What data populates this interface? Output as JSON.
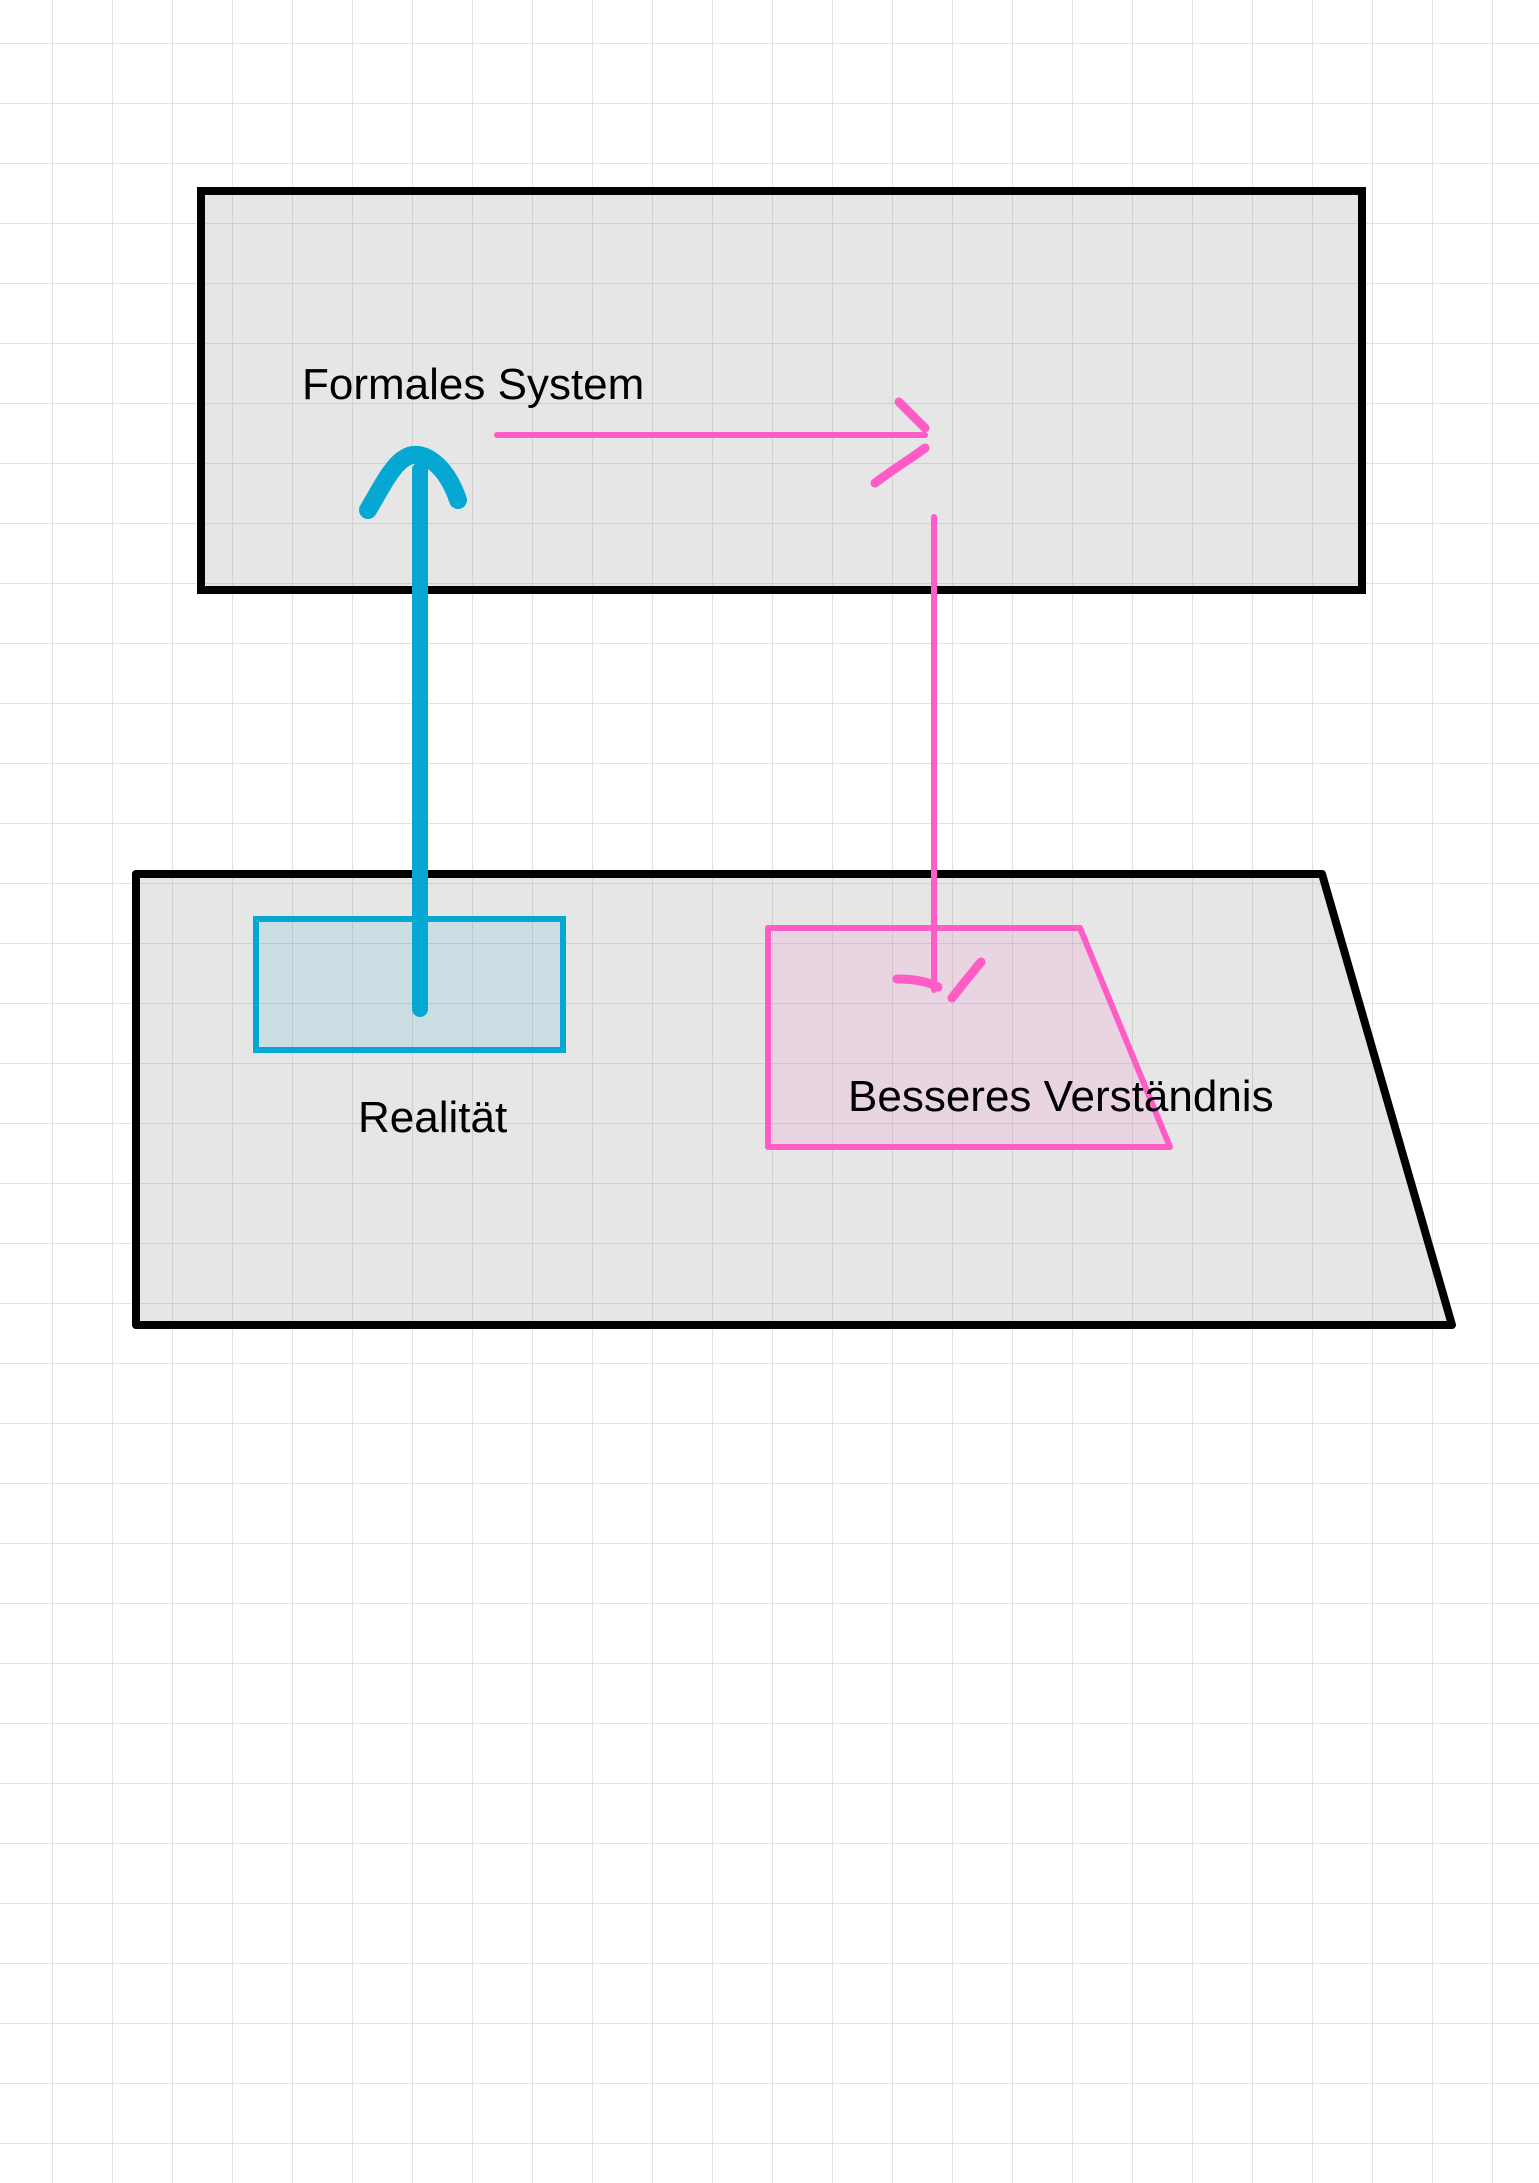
{
  "colors": {
    "background": "#ffffff",
    "grid": "#d9d9d9",
    "panel_fill": "#e4e4e4",
    "outline": "#000000",
    "reality_color": "#05a8d3",
    "understanding_color": "#ff5cc8"
  },
  "labels": {
    "formal_system": "Formales System",
    "reality": "Realität",
    "better_understanding": "Besseres Verständnis"
  }
}
